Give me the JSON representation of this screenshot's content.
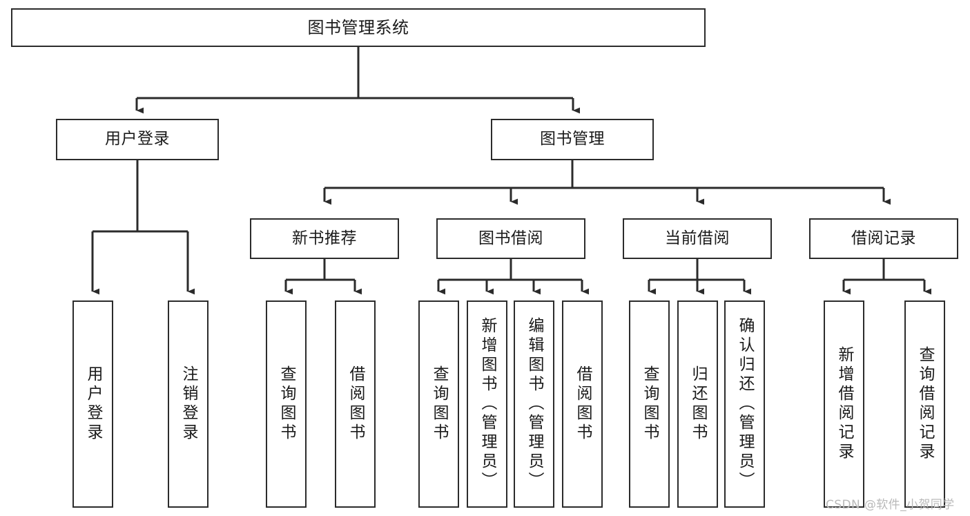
{
  "diagram": {
    "title": "图书管理系统",
    "type": "tree-hierarchy",
    "background_color": "#ffffff",
    "line_color": "#2b2b2b",
    "box_border_color": "#2b2b2b",
    "text_color": "#1a1a1a"
  },
  "nodes": {
    "root": {
      "label": "图书管理系统"
    },
    "level2": [
      {
        "label": "用户登录"
      },
      {
        "label": "图书管理"
      }
    ],
    "level3": [
      {
        "label": "新书推荐"
      },
      {
        "label": "图书借阅"
      },
      {
        "label": "当前借阅"
      },
      {
        "label": "借阅记录"
      }
    ],
    "leaves": {
      "user_login": [
        {
          "label": "用户登录"
        },
        {
          "label": "注销登录"
        }
      ],
      "new_book_recommend": [
        {
          "label": "查询图书"
        },
        {
          "label": "借阅图书"
        }
      ],
      "book_borrow": [
        {
          "label": "查询图书"
        },
        {
          "label": "新增图书（管理员）"
        },
        {
          "label": "编辑图书（管理员）"
        },
        {
          "label": "借阅图书"
        }
      ],
      "current_borrow": [
        {
          "label": "查询图书"
        },
        {
          "label": "归还图书"
        },
        {
          "label": "确认归还（管理员）"
        }
      ],
      "borrow_record": [
        {
          "label": "新增借阅记录"
        },
        {
          "label": "查询借阅记录"
        }
      ]
    }
  },
  "watermark": {
    "text": "CSDN @软件_小贺同学"
  }
}
